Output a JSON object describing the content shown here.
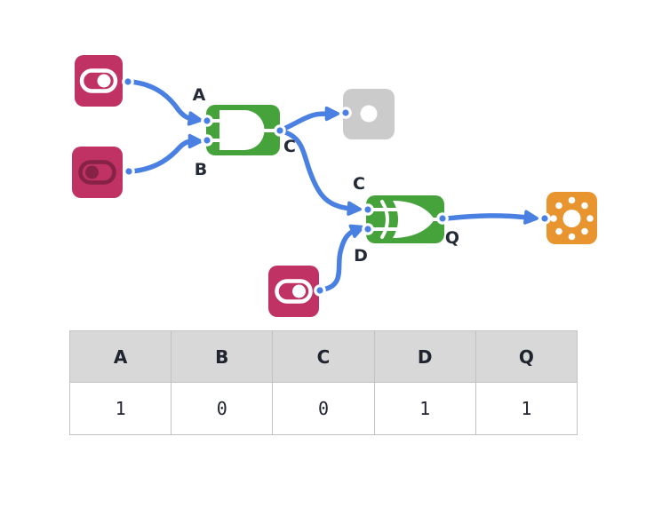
{
  "circuit": {
    "labels": {
      "and_input_top": "A",
      "and_input_bottom": "B",
      "and_output": "C",
      "xor_input_top": "C",
      "xor_input_bottom": "D",
      "xor_output": "Q"
    },
    "components": {
      "toggle_a": {
        "type": "toggle-switch",
        "state": "on",
        "value": "1"
      },
      "toggle_b": {
        "type": "toggle-switch",
        "state": "off",
        "value": "0"
      },
      "toggle_d": {
        "type": "toggle-switch",
        "state": "on",
        "value": "1"
      },
      "and_gate": {
        "type": "and-gate"
      },
      "xor_gate": {
        "type": "xor-gate"
      },
      "output_probe": {
        "type": "output-indicator",
        "state": "off"
      },
      "led": {
        "type": "led-light",
        "state": "on"
      }
    },
    "colors": {
      "wire_blue": "#4a80e2",
      "gate_green": "#46a33c",
      "switch_pink": "#c03264",
      "switch_off_accent": "#852245",
      "led_orange": "#e8952f",
      "probe_gray": "#cbcbcb",
      "label_text": "#242a36",
      "table_header_bg": "#d8d8d8",
      "table_border": "#c2c2c2"
    }
  },
  "truth_table": {
    "headers": [
      "A",
      "B",
      "C",
      "D",
      "Q"
    ],
    "rows": [
      [
        "1",
        "0",
        "0",
        "1",
        "1"
      ]
    ]
  }
}
